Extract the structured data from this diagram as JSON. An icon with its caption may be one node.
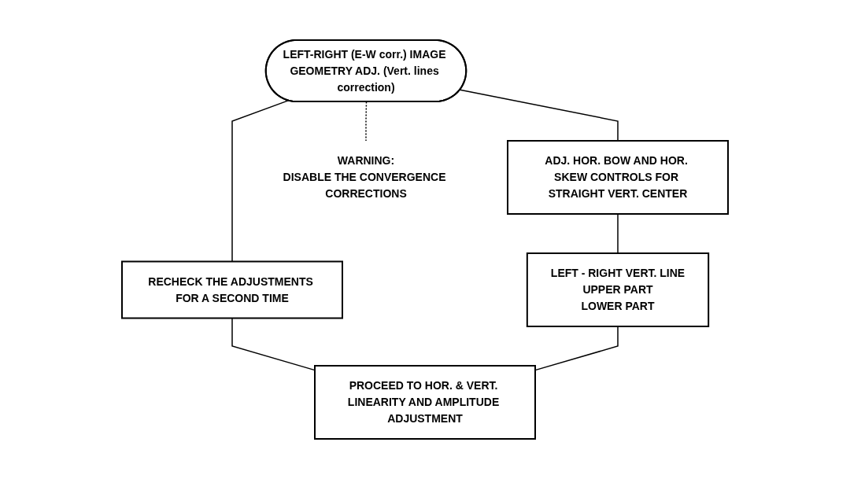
{
  "diagram": {
    "nodes": [
      {
        "text": [
          "LEFT-RIGHT (E-W corr.) IMAGE GEOMETRY ADJ. (Vert. lines correction)"
        ]
      },
      {
        "text": [
          "ADJ. HOR. BOW AND HOR. SKEW CONTROLS FOR STRAIGHT VERT. CENTER"
        ]
      },
      {
        "text": [
          "WARNING:",
          "DISABLE THE CONVERGENCE CORRECTIONS"
        ]
      },
      {
        "text": [
          "RECHECK THE ADJUSTMENTS FOR A SECOND TIME"
        ]
      },
      {
        "text": [
          "LEFT - RIGHT VERT. LINE",
          "UPPER PART",
          "LOWER PART"
        ]
      },
      {
        "text": [
          "PROCEED TO HOR. & VERT. LINEARITY AND AMPLITUDE ADJUSTMENT"
        ]
      }
    ],
    "edges": [
      {
        "from": 0,
        "to": 3,
        "arrow": "none"
      },
      {
        "from": 0,
        "to": 1,
        "arrow": "none"
      },
      {
        "from": 0,
        "to": 2,
        "arrow": "none",
        "style": "dashed"
      },
      {
        "from": 1,
        "to": 4,
        "arrow": "none"
      },
      {
        "from": 3,
        "to": 5,
        "arrow": "none"
      },
      {
        "from": 4,
        "to": 5,
        "arrow": "none"
      }
    ]
  }
}
